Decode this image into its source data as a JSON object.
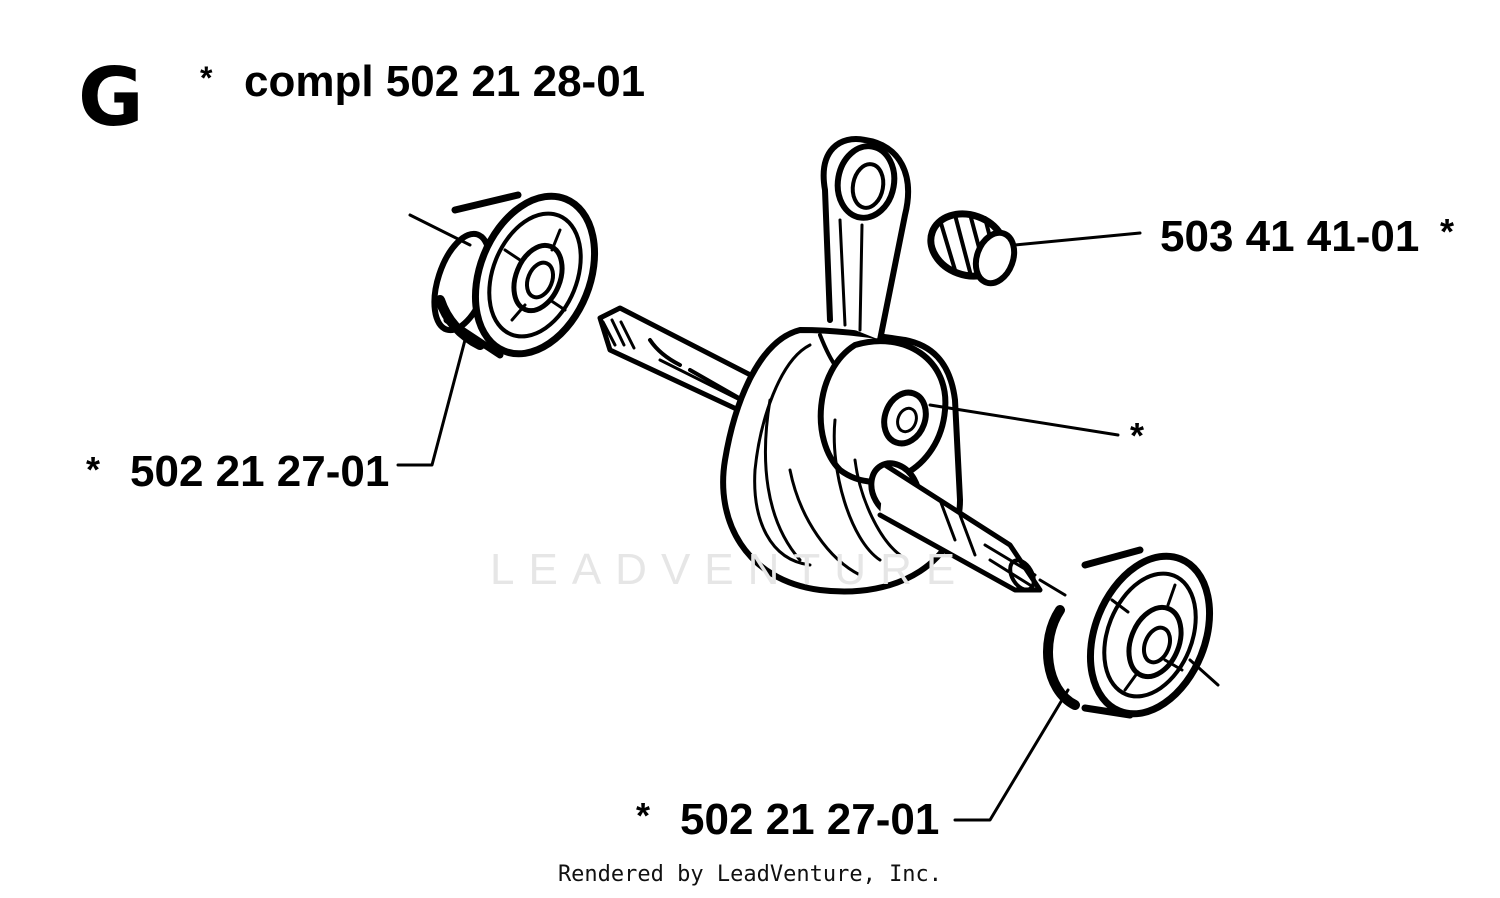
{
  "section": {
    "letter": "G"
  },
  "assembly": {
    "star": "*",
    "label": "compl 502 21 28-01"
  },
  "callouts": {
    "bearing_left": {
      "star": "*",
      "part_number": "502 21 27-01"
    },
    "needle_bearing": {
      "star": "*",
      "part_number": "503 41 41-01"
    },
    "crank_pin": {
      "star": "*"
    },
    "bearing_right": {
      "star": "*",
      "part_number": "502 21 27-01"
    }
  },
  "watermark": "LEADVENTURE",
  "footer": {
    "credit": "Rendered by LeadVenture, Inc."
  }
}
